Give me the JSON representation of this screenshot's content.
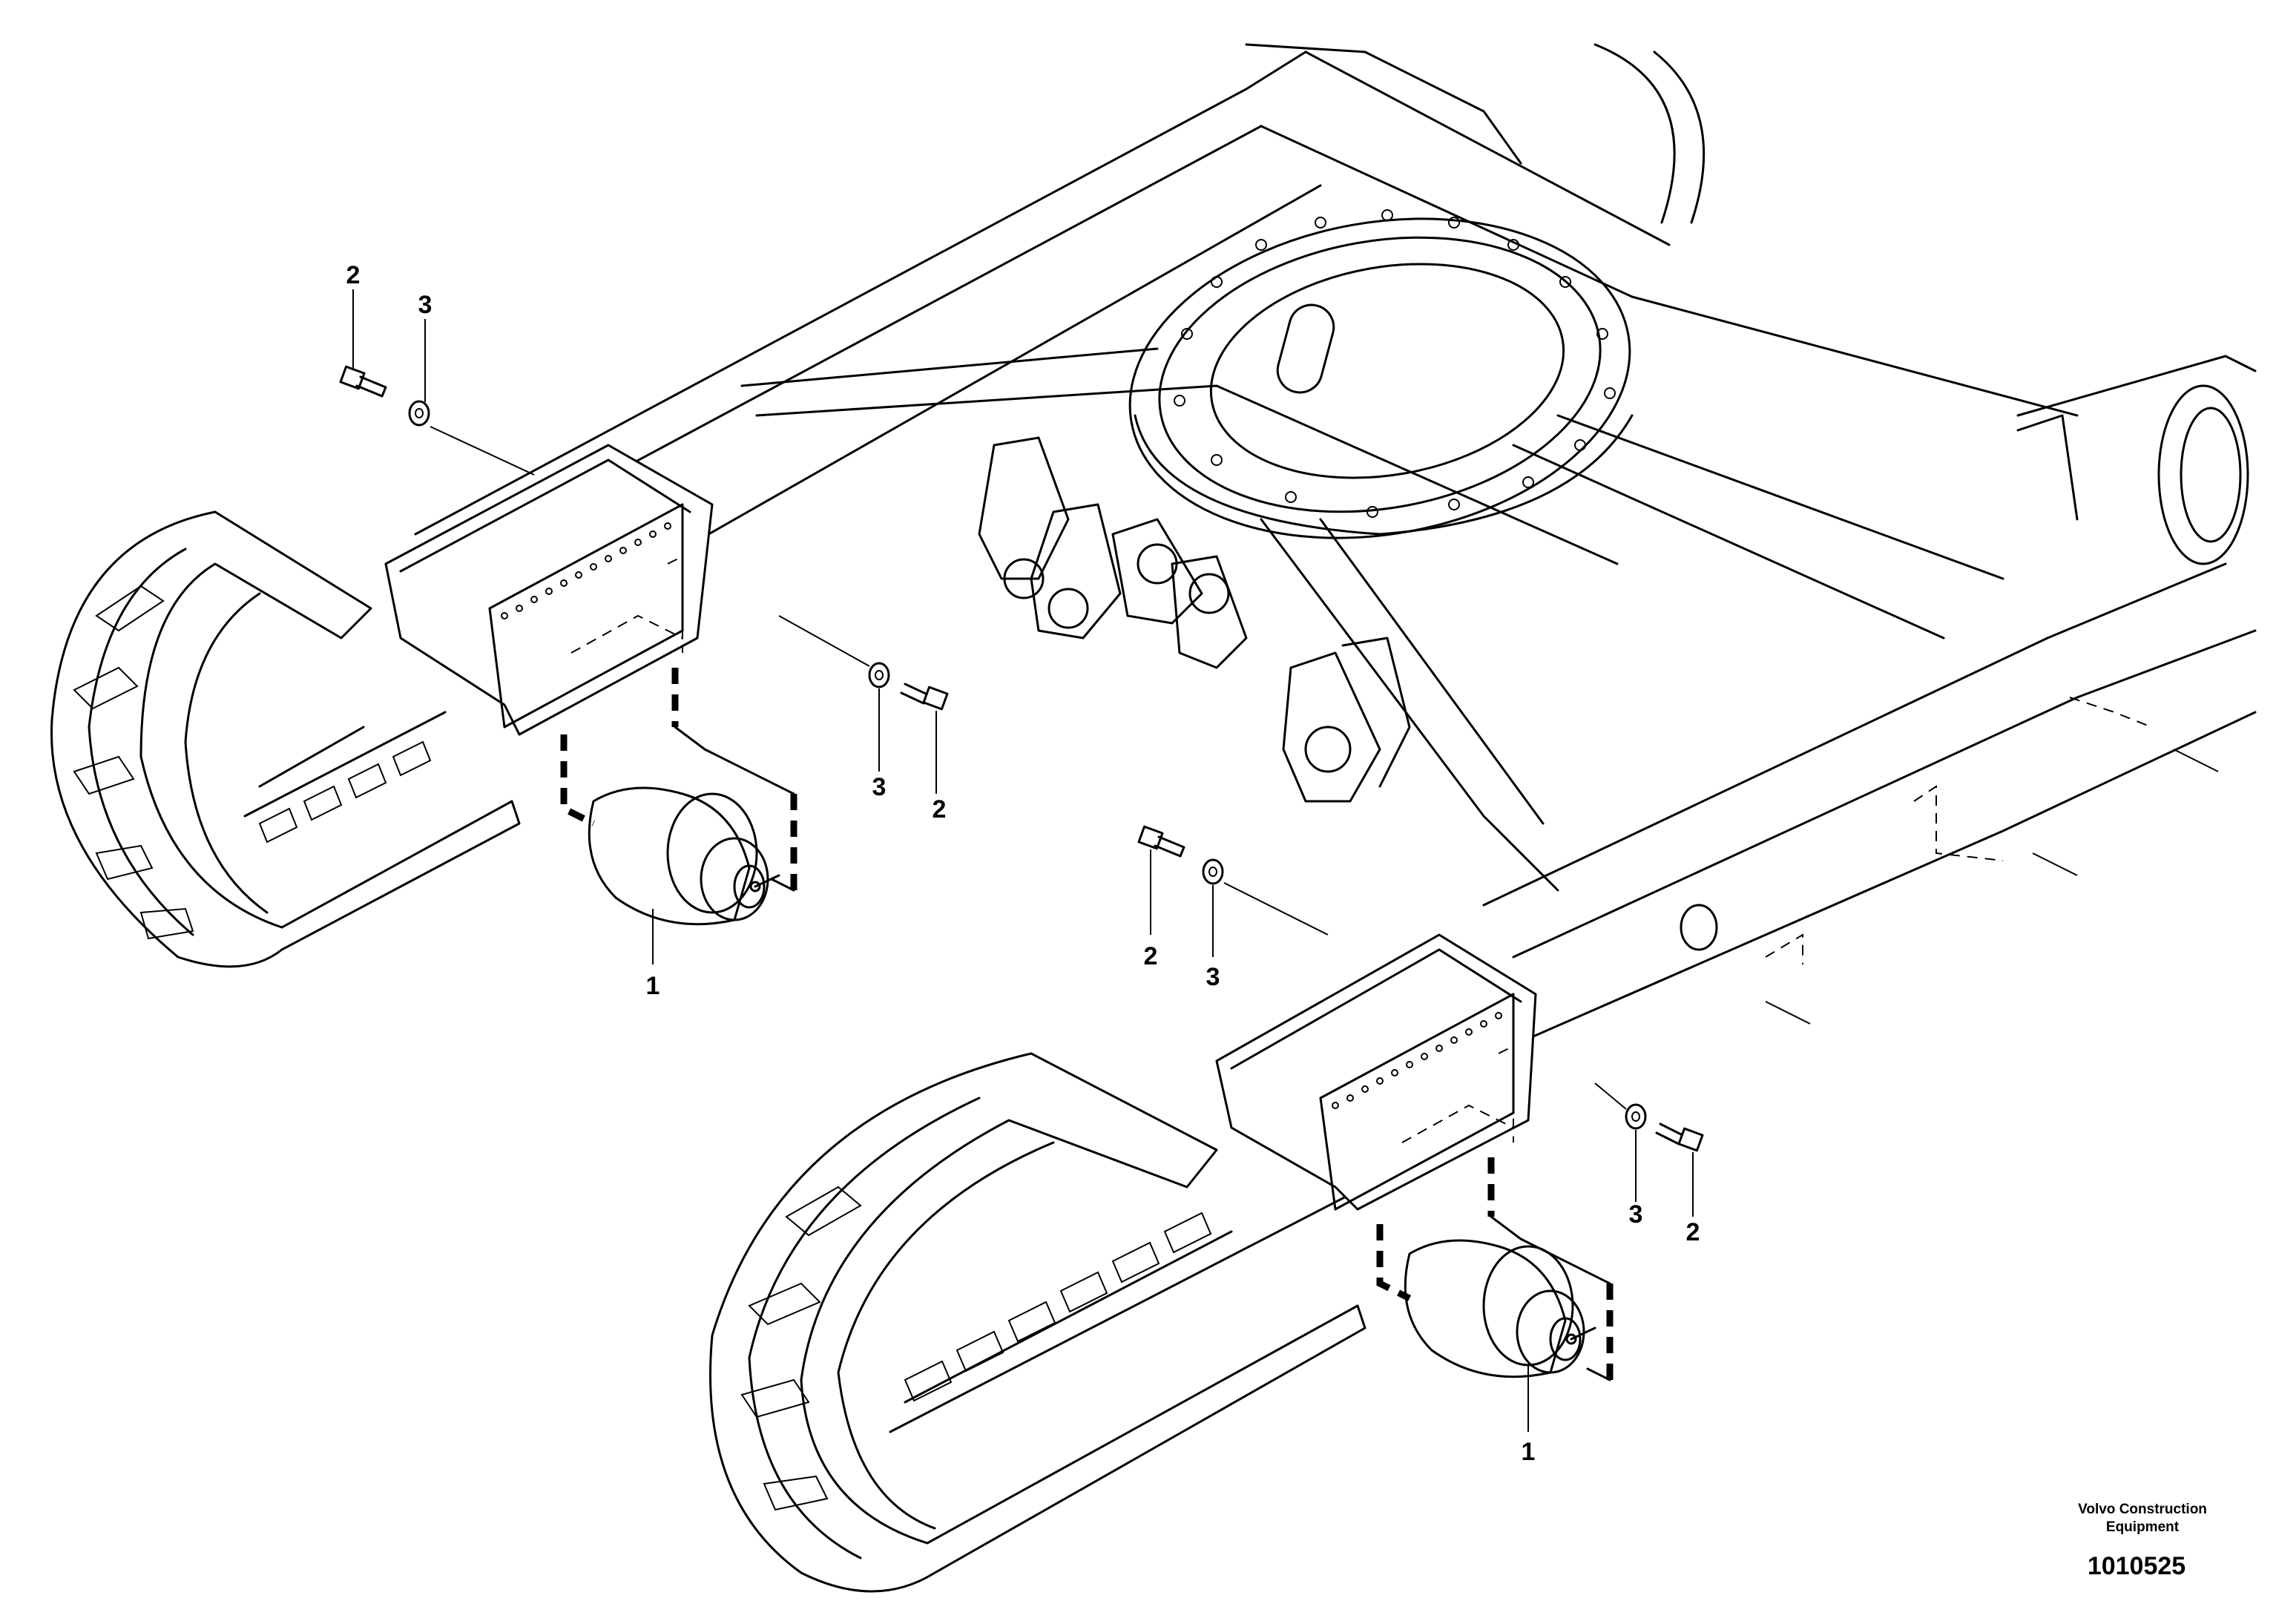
{
  "callouts": {
    "roller_left": "1",
    "roller_right": "1",
    "bolt_top_left": "2",
    "washer_top_left": "3",
    "washer_mid_left": "3",
    "bolt_mid_left": "2",
    "bolt_center": "2",
    "washer_center": "3",
    "washer_right": "3",
    "bolt_right": "2"
  },
  "footer": {
    "company_line1": "Volvo Construction",
    "company_line2": "Equipment",
    "drawing_number": "1010525"
  }
}
